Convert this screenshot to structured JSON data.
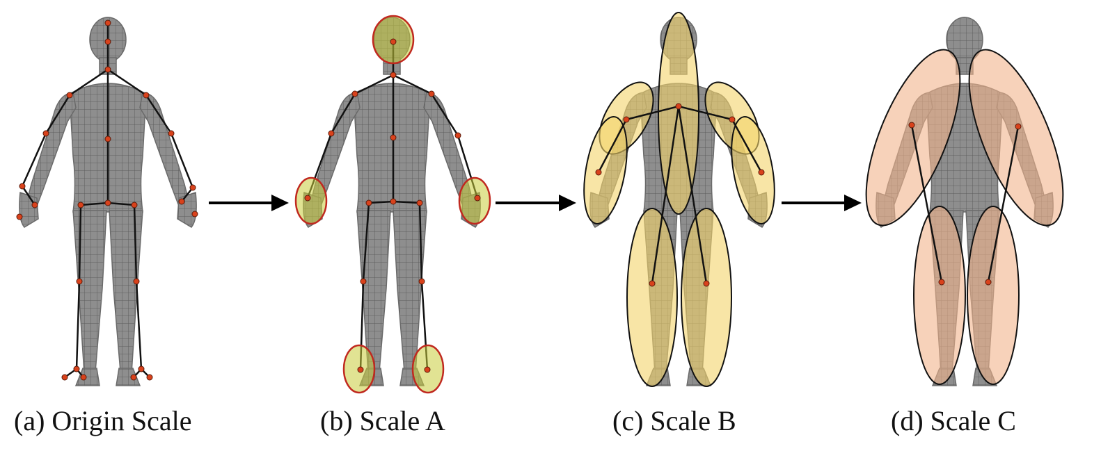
{
  "panels": [
    {
      "id": "a",
      "caption": "(a) Origin Scale"
    },
    {
      "id": "b",
      "caption": "(b) Scale A"
    },
    {
      "id": "c",
      "caption": "(c) Scale B"
    },
    {
      "id": "d",
      "caption": "(d) Scale C"
    }
  ],
  "colors": {
    "body_fill": "#8e8e8e",
    "body_grid": "#5d5d5d",
    "joint_fill": "#d9421c",
    "bone": "#111111",
    "scale_a_fill": "#c9cc3a",
    "scale_a_stroke": "#c0281f",
    "scale_b_fill": "#f3d46a",
    "scale_c_fill": "#f2b48c"
  }
}
